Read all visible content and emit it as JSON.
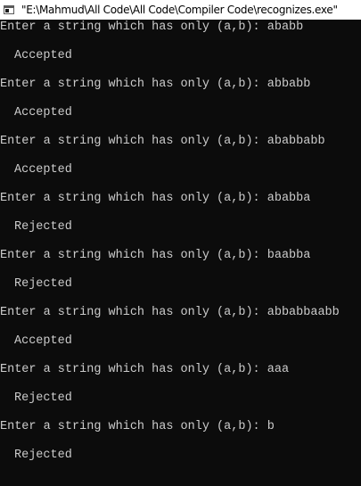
{
  "window": {
    "title": "\"E:\\Mahmud\\All Code\\All Code\\Compiler Code\\recognizes.exe\""
  },
  "console": {
    "prompt": "Enter a string which has only (a,b): ",
    "entries": [
      {
        "input": "ababb",
        "result": "Accepted"
      },
      {
        "input": "abbabb",
        "result": "Accepted"
      },
      {
        "input": "ababbabb",
        "result": "Accepted"
      },
      {
        "input": "ababba",
        "result": "Rejected"
      },
      {
        "input": "baabba",
        "result": "Rejected"
      },
      {
        "input": "abbabbaabb",
        "result": "Accepted"
      },
      {
        "input": "aaa",
        "result": "Rejected"
      },
      {
        "input": "b",
        "result": "Rejected"
      }
    ]
  },
  "colors": {
    "background": "#0c0c0c",
    "text": "#cccccc",
    "titlebar": "#ffffff"
  }
}
